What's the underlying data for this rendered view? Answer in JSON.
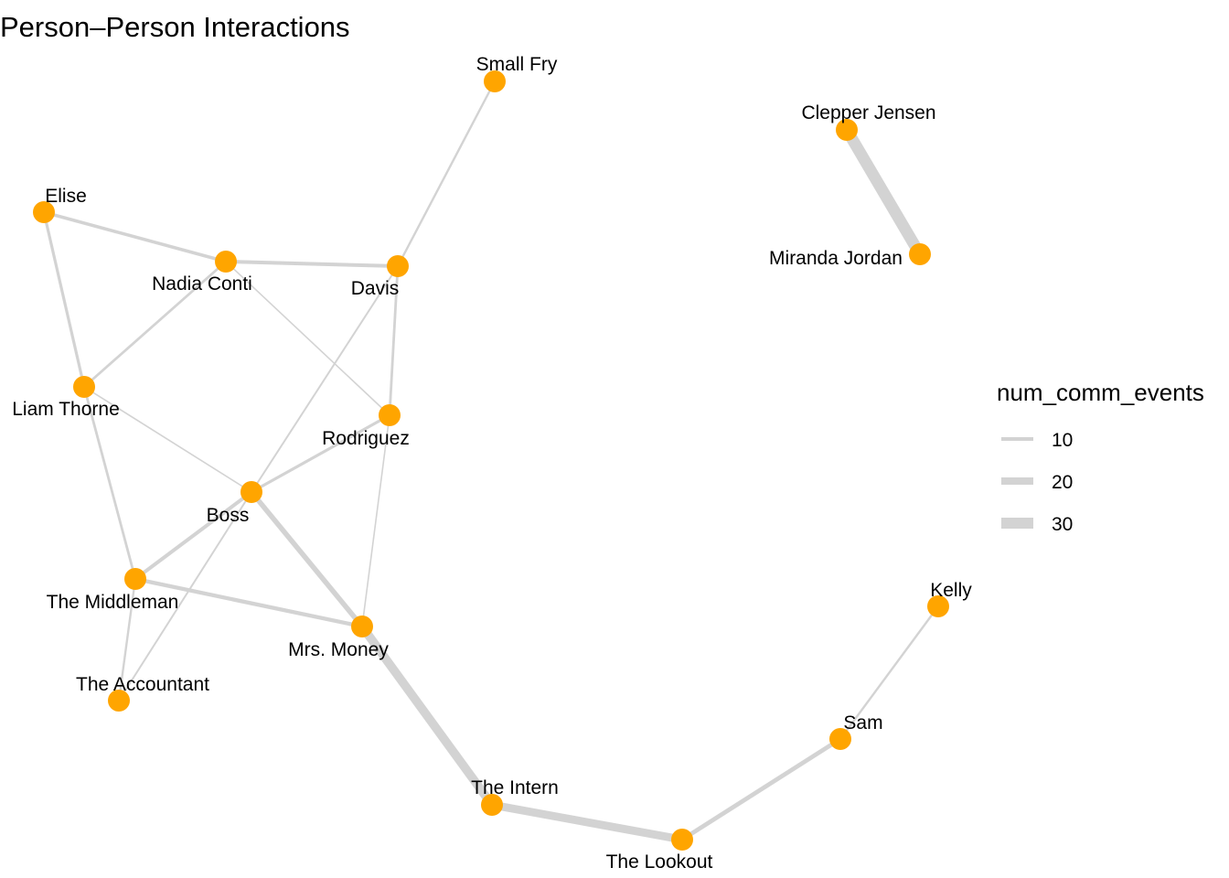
{
  "title": "Person–Person Interactions",
  "node_color": "#FFA500",
  "edge_color": "#D3D3D3",
  "nodes": [
    {
      "id": "small_fry",
      "label": "Small Fry"
    },
    {
      "id": "clepper",
      "label": "Clepper Jensen"
    },
    {
      "id": "elise",
      "label": "Elise"
    },
    {
      "id": "nadia",
      "label": "Nadia Conti"
    },
    {
      "id": "davis",
      "label": "Davis"
    },
    {
      "id": "miranda",
      "label": "Miranda Jordan"
    },
    {
      "id": "liam",
      "label": "Liam Thorne"
    },
    {
      "id": "rodriguez",
      "label": "Rodriguez"
    },
    {
      "id": "boss",
      "label": "Boss"
    },
    {
      "id": "middleman",
      "label": "The Middleman"
    },
    {
      "id": "kelly",
      "label": "Kelly"
    },
    {
      "id": "mrs_money",
      "label": "Mrs. Money"
    },
    {
      "id": "accountant",
      "label": "The Accountant"
    },
    {
      "id": "sam",
      "label": "Sam"
    },
    {
      "id": "intern",
      "label": "The Intern"
    },
    {
      "id": "lookout",
      "label": "The Lookout"
    }
  ],
  "edges": [
    {
      "source": "small_fry",
      "target": "davis",
      "num_comm_events": 6
    },
    {
      "source": "clepper",
      "target": "miranda",
      "num_comm_events": 32
    },
    {
      "source": "elise",
      "target": "nadia",
      "num_comm_events": 9
    },
    {
      "source": "elise",
      "target": "liam",
      "num_comm_events": 8
    },
    {
      "source": "nadia",
      "target": "davis",
      "num_comm_events": 10
    },
    {
      "source": "nadia",
      "target": "liam",
      "num_comm_events": 7
    },
    {
      "source": "nadia",
      "target": "rodriguez",
      "num_comm_events": 4
    },
    {
      "source": "davis",
      "target": "rodriguez",
      "num_comm_events": 7
    },
    {
      "source": "davis",
      "target": "boss",
      "num_comm_events": 5
    },
    {
      "source": "liam",
      "target": "boss",
      "num_comm_events": 4
    },
    {
      "source": "liam",
      "target": "middleman",
      "num_comm_events": 7
    },
    {
      "source": "rodriguez",
      "target": "boss",
      "num_comm_events": 8
    },
    {
      "source": "rodriguez",
      "target": "mrs_money",
      "num_comm_events": 4
    },
    {
      "source": "boss",
      "target": "middleman",
      "num_comm_events": 10
    },
    {
      "source": "boss",
      "target": "mrs_money",
      "num_comm_events": 14
    },
    {
      "source": "boss",
      "target": "accountant",
      "num_comm_events": 5
    },
    {
      "source": "middleman",
      "target": "mrs_money",
      "num_comm_events": 11
    },
    {
      "source": "middleman",
      "target": "accountant",
      "num_comm_events": 6
    },
    {
      "source": "mrs_money",
      "target": "intern",
      "num_comm_events": 24
    },
    {
      "source": "intern",
      "target": "lookout",
      "num_comm_events": 22
    },
    {
      "source": "lookout",
      "target": "sam",
      "num_comm_events": 12
    },
    {
      "source": "sam",
      "target": "kelly",
      "num_comm_events": 6
    }
  ],
  "legend": {
    "title": "num_comm_events",
    "entries": [
      {
        "label": "10",
        "value": 10
      },
      {
        "label": "20",
        "value": 20
      },
      {
        "label": "30",
        "value": 30
      }
    ]
  }
}
